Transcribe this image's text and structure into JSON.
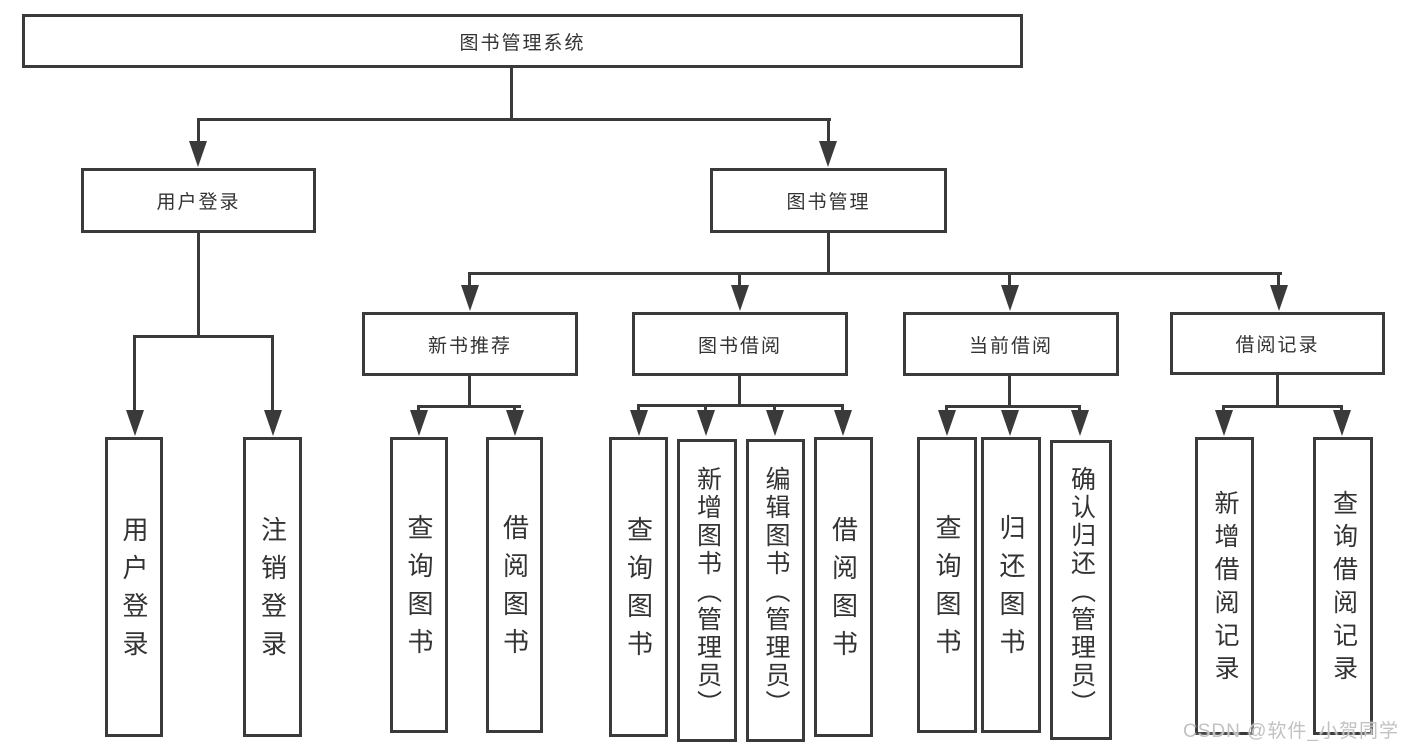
{
  "colors": {
    "line": "#3a3a3a",
    "text": "#333333",
    "watermark": "#c2c2c2",
    "background": "#ffffff"
  },
  "watermark": {
    "text": "CSDN @软件_小贺同学"
  },
  "tree": {
    "root": {
      "label": "图书管理系统"
    },
    "children": [
      {
        "label": "用户登录",
        "children": [
          {
            "label": "用户登录"
          },
          {
            "label": "注销登录"
          }
        ]
      },
      {
        "label": "图书管理",
        "children": [
          {
            "label": "新书推荐",
            "children": [
              {
                "label": "查询图书"
              },
              {
                "label": "借阅图书"
              }
            ]
          },
          {
            "label": "图书借阅",
            "children": [
              {
                "label": "查询图书"
              },
              {
                "label": "新增图书（管理员）"
              },
              {
                "label": "编辑图书（管理员）"
              },
              {
                "label": "借阅图书"
              }
            ]
          },
          {
            "label": "当前借阅",
            "children": [
              {
                "label": "查询图书"
              },
              {
                "label": "归还图书"
              },
              {
                "label": "确认归还（管理员）"
              }
            ]
          },
          {
            "label": "借阅记录",
            "children": [
              {
                "label": "新增借阅记录"
              },
              {
                "label": "查询借阅记录"
              }
            ]
          }
        ]
      }
    ]
  }
}
